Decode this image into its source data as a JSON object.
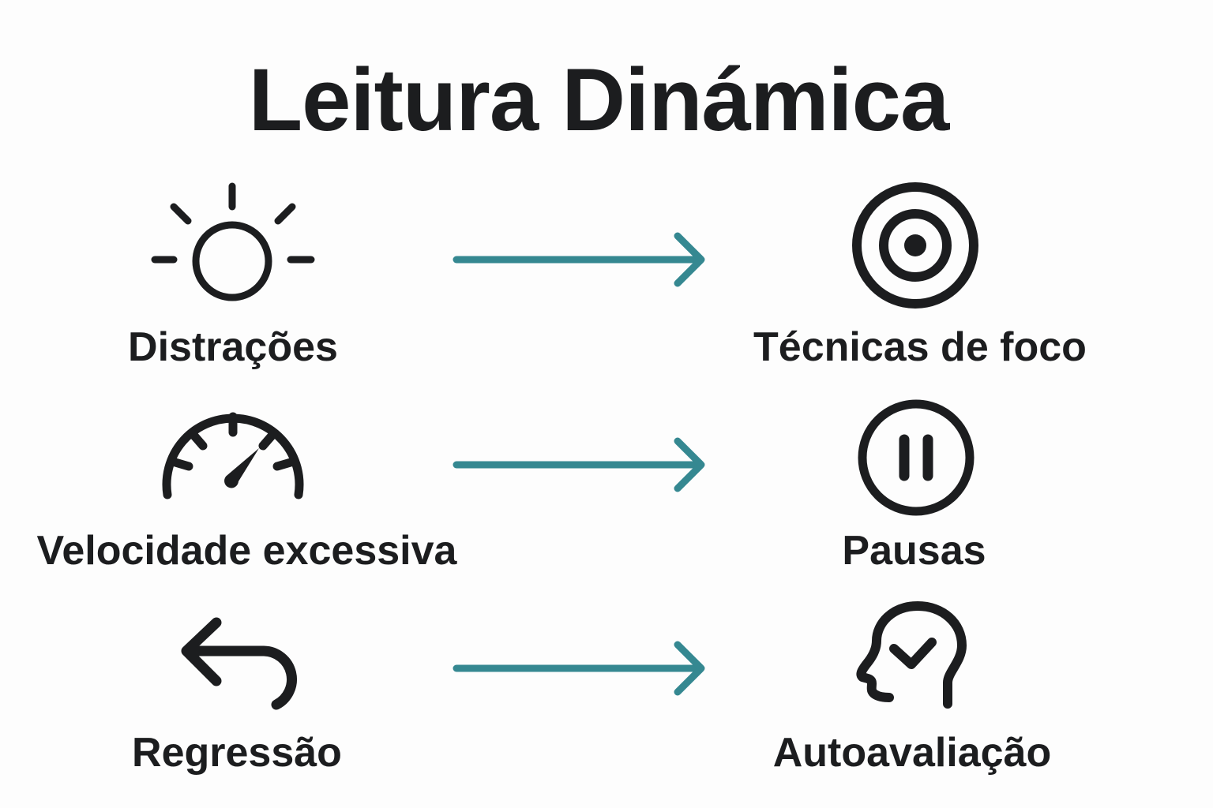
{
  "title": "Leitura Dinámica",
  "colors": {
    "text": "#1c1d1f",
    "arrow": "#358891",
    "background": "#fdfdfd"
  },
  "rows": [
    {
      "problem": {
        "label": "Distrações",
        "icon": "sun-icon"
      },
      "solution": {
        "label": "Técnicas de foco",
        "icon": "target-icon"
      },
      "connector": "arrow-right-icon"
    },
    {
      "problem": {
        "label": "Velocidade excessiva",
        "icon": "speedometer-icon"
      },
      "solution": {
        "label": "Pausas",
        "icon": "pause-circle-icon"
      },
      "connector": "arrow-right-icon"
    },
    {
      "problem": {
        "label": "Regressão",
        "icon": "undo-arrow-icon"
      },
      "solution": {
        "label": "Autoavaliação",
        "icon": "head-check-icon"
      },
      "connector": "arrow-right-icon"
    }
  ]
}
